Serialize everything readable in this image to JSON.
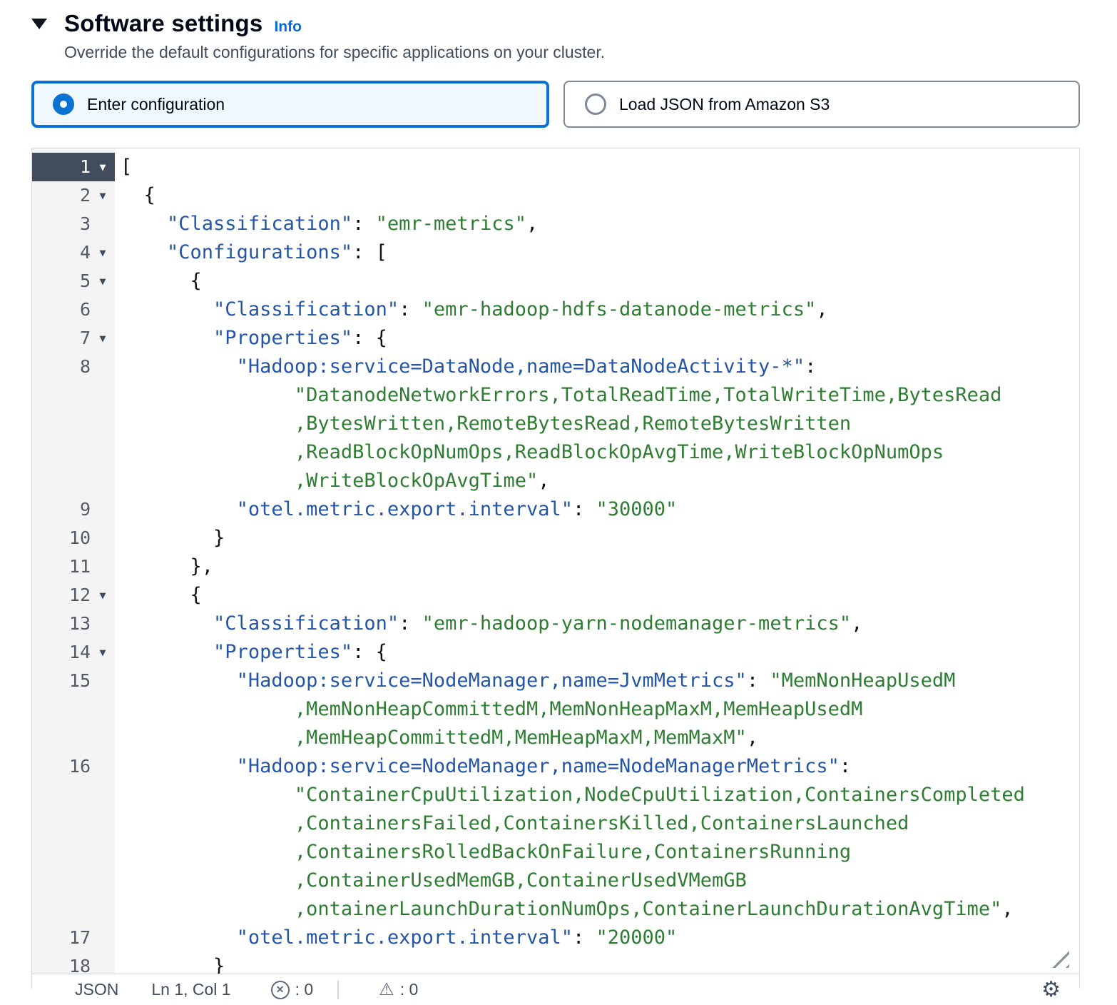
{
  "colors": {
    "accent": "#0972d3",
    "link": "#006ce0",
    "tile-bg-selected": "#f0f7fd",
    "code-key": "#2456a4",
    "code-str": "#2e7d32",
    "code-pln": "#0f141a",
    "gutter-bg": "#f4f4f4",
    "gutter-fg": "#545b64",
    "active-bg": "#414d5c",
    "active-fg": "#ffffff"
  },
  "icons": {
    "fold": "▼",
    "error": "✕",
    "warning": "⚠",
    "gear": "⚙"
  },
  "header": {
    "title": "Software settings",
    "info_label": "Info",
    "subtitle": "Override the default configurations for specific applications on your cluster."
  },
  "tiles": [
    {
      "label": "Enter configuration",
      "selected": true
    },
    {
      "label": "Load JSON from Amazon S3",
      "selected": false
    }
  ],
  "editor": {
    "status": {
      "language": "JSON",
      "cursor": "Ln 1, Col 1",
      "errors_text": ": 0",
      "warnings_text": ": 0"
    },
    "rows": [
      {
        "num": "1",
        "active": true,
        "fold": true,
        "segs": [
          {
            "c": "pln",
            "t": "["
          }
        ]
      },
      {
        "num": "2",
        "fold": true,
        "segs": [
          {
            "c": "pln",
            "t": "  {"
          }
        ]
      },
      {
        "num": "3",
        "segs": [
          {
            "c": "pln",
            "t": "    "
          },
          {
            "c": "key",
            "t": "\"Classification\""
          },
          {
            "c": "pln",
            "t": ": "
          },
          {
            "c": "str",
            "t": "\"emr-metrics\""
          },
          {
            "c": "pln",
            "t": ","
          }
        ]
      },
      {
        "num": "4",
        "fold": true,
        "segs": [
          {
            "c": "pln",
            "t": "    "
          },
          {
            "c": "key",
            "t": "\"Configurations\""
          },
          {
            "c": "pln",
            "t": ": ["
          }
        ]
      },
      {
        "num": "5",
        "fold": true,
        "segs": [
          {
            "c": "pln",
            "t": "      {"
          }
        ]
      },
      {
        "num": "6",
        "segs": [
          {
            "c": "pln",
            "t": "        "
          },
          {
            "c": "key",
            "t": "\"Classification\""
          },
          {
            "c": "pln",
            "t": ": "
          },
          {
            "c": "str",
            "t": "\"emr-hadoop-hdfs-datanode-metrics\""
          },
          {
            "c": "pln",
            "t": ","
          }
        ]
      },
      {
        "num": "7",
        "fold": true,
        "segs": [
          {
            "c": "pln",
            "t": "        "
          },
          {
            "c": "key",
            "t": "\"Properties\""
          },
          {
            "c": "pln",
            "t": ": {"
          }
        ]
      },
      {
        "num": "8",
        "segs": [
          {
            "c": "pln",
            "t": "          "
          },
          {
            "c": "key",
            "t": "\"Hadoop:service=DataNode,name=DataNodeActivity-*\""
          },
          {
            "c": "pln",
            "t": ":"
          }
        ]
      },
      {
        "num": "",
        "segs": [
          {
            "c": "pln",
            "t": "               "
          },
          {
            "c": "str",
            "t": "\"DatanodeNetworkErrors,TotalReadTime,TotalWriteTime,BytesRead"
          }
        ]
      },
      {
        "num": "",
        "segs": [
          {
            "c": "pln",
            "t": "               "
          },
          {
            "c": "str",
            "t": ",BytesWritten,RemoteBytesRead,RemoteBytesWritten"
          }
        ]
      },
      {
        "num": "",
        "segs": [
          {
            "c": "pln",
            "t": "               "
          },
          {
            "c": "str",
            "t": ",ReadBlockOpNumOps,ReadBlockOpAvgTime,WriteBlockOpNumOps"
          }
        ]
      },
      {
        "num": "",
        "segs": [
          {
            "c": "pln",
            "t": "               "
          },
          {
            "c": "str",
            "t": ",WriteBlockOpAvgTime\""
          },
          {
            "c": "pln",
            "t": ","
          }
        ]
      },
      {
        "num": "9",
        "segs": [
          {
            "c": "pln",
            "t": "          "
          },
          {
            "c": "key",
            "t": "\"otel.metric.export.interval\""
          },
          {
            "c": "pln",
            "t": ": "
          },
          {
            "c": "str",
            "t": "\"30000\""
          }
        ]
      },
      {
        "num": "10",
        "segs": [
          {
            "c": "pln",
            "t": "        }"
          }
        ]
      },
      {
        "num": "11",
        "segs": [
          {
            "c": "pln",
            "t": "      },"
          }
        ]
      },
      {
        "num": "12",
        "fold": true,
        "segs": [
          {
            "c": "pln",
            "t": "      {"
          }
        ]
      },
      {
        "num": "13",
        "segs": [
          {
            "c": "pln",
            "t": "        "
          },
          {
            "c": "key",
            "t": "\"Classification\""
          },
          {
            "c": "pln",
            "t": ": "
          },
          {
            "c": "str",
            "t": "\"emr-hadoop-yarn-nodemanager-metrics\""
          },
          {
            "c": "pln",
            "t": ","
          }
        ]
      },
      {
        "num": "14",
        "fold": true,
        "segs": [
          {
            "c": "pln",
            "t": "        "
          },
          {
            "c": "key",
            "t": "\"Properties\""
          },
          {
            "c": "pln",
            "t": ": {"
          }
        ]
      },
      {
        "num": "15",
        "segs": [
          {
            "c": "pln",
            "t": "          "
          },
          {
            "c": "key",
            "t": "\"Hadoop:service=NodeManager,name=JvmMetrics\""
          },
          {
            "c": "pln",
            "t": ": "
          },
          {
            "c": "str",
            "t": "\"MemNonHeapUsedM"
          }
        ]
      },
      {
        "num": "",
        "segs": [
          {
            "c": "pln",
            "t": "               "
          },
          {
            "c": "str",
            "t": ",MemNonHeapCommittedM,MemNonHeapMaxM,MemHeapUsedM"
          }
        ]
      },
      {
        "num": "",
        "segs": [
          {
            "c": "pln",
            "t": "               "
          },
          {
            "c": "str",
            "t": ",MemHeapCommittedM,MemHeapMaxM,MemMaxM\""
          },
          {
            "c": "pln",
            "t": ","
          }
        ]
      },
      {
        "num": "16",
        "segs": [
          {
            "c": "pln",
            "t": "          "
          },
          {
            "c": "key",
            "t": "\"Hadoop:service=NodeManager,name=NodeManagerMetrics\""
          },
          {
            "c": "pln",
            "t": ":"
          }
        ]
      },
      {
        "num": "",
        "segs": [
          {
            "c": "pln",
            "t": "               "
          },
          {
            "c": "str",
            "t": "\"ContainerCpuUtilization,NodeCpuUtilization,ContainersCompleted"
          }
        ]
      },
      {
        "num": "",
        "segs": [
          {
            "c": "pln",
            "t": "               "
          },
          {
            "c": "str",
            "t": ",ContainersFailed,ContainersKilled,ContainersLaunched"
          }
        ]
      },
      {
        "num": "",
        "segs": [
          {
            "c": "pln",
            "t": "               "
          },
          {
            "c": "str",
            "t": ",ContainersRolledBackOnFailure,ContainersRunning"
          }
        ]
      },
      {
        "num": "",
        "segs": [
          {
            "c": "pln",
            "t": "               "
          },
          {
            "c": "str",
            "t": ",ContainerUsedMemGB,ContainerUsedVMemGB"
          }
        ]
      },
      {
        "num": "",
        "segs": [
          {
            "c": "pln",
            "t": "               "
          },
          {
            "c": "str",
            "t": ",ontainerLaunchDurationNumOps,ContainerLaunchDurationAvgTime\""
          },
          {
            "c": "pln",
            "t": ","
          }
        ]
      },
      {
        "num": "17",
        "segs": [
          {
            "c": "pln",
            "t": "          "
          },
          {
            "c": "key",
            "t": "\"otel.metric.export.interval\""
          },
          {
            "c": "pln",
            "t": ": "
          },
          {
            "c": "str",
            "t": "\"20000\""
          }
        ]
      },
      {
        "num": "18",
        "segs": [
          {
            "c": "pln",
            "t": "        }"
          }
        ]
      }
    ]
  }
}
